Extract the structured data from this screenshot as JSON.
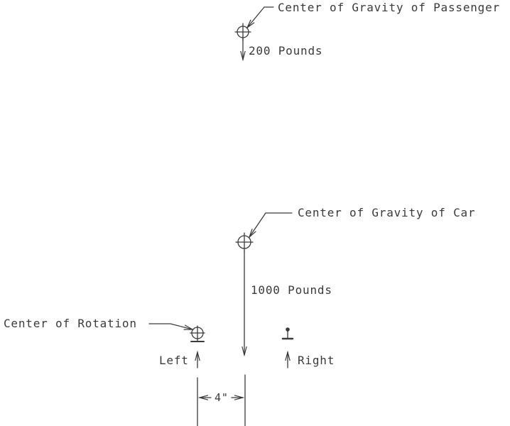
{
  "labels": {
    "passenger_cog": "Center of Gravity of Passenger",
    "passenger_force": "200 Pounds",
    "car_cog": "Center of Gravity of Car",
    "car_force": "1000 Pounds",
    "center_of_rotation": "Center of Rotation",
    "left": "Left",
    "right": "Right",
    "dimension": "4\""
  },
  "colors": {
    "line": "#3a3a3a",
    "background": "#ffffff"
  }
}
